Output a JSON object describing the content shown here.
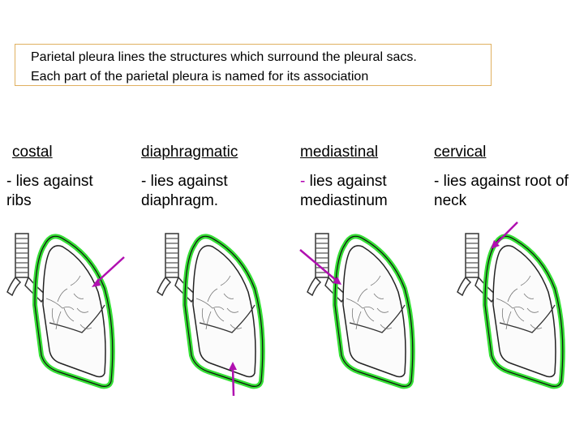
{
  "intro": {
    "line1": "Parietal pleura lines the structures which surround the pleural sacs.",
    "line2": "Each part of the parietal pleura is named for its association"
  },
  "columns": [
    {
      "heading": "costal",
      "dash": "- ",
      "description": "lies against ribs"
    },
    {
      "heading": "diaphragmatic",
      "dash": "- ",
      "description": "lies  against diaphragm."
    },
    {
      "heading": "mediastinal",
      "dash": "- ",
      "description": " lies against mediastinum"
    },
    {
      "heading": "cervical",
      "dash": "- ",
      "description": " lies against root of neck"
    }
  ],
  "colors": {
    "pleura_outline": "#35e035",
    "arrow": "#b010b0",
    "border": "#e0b060"
  }
}
